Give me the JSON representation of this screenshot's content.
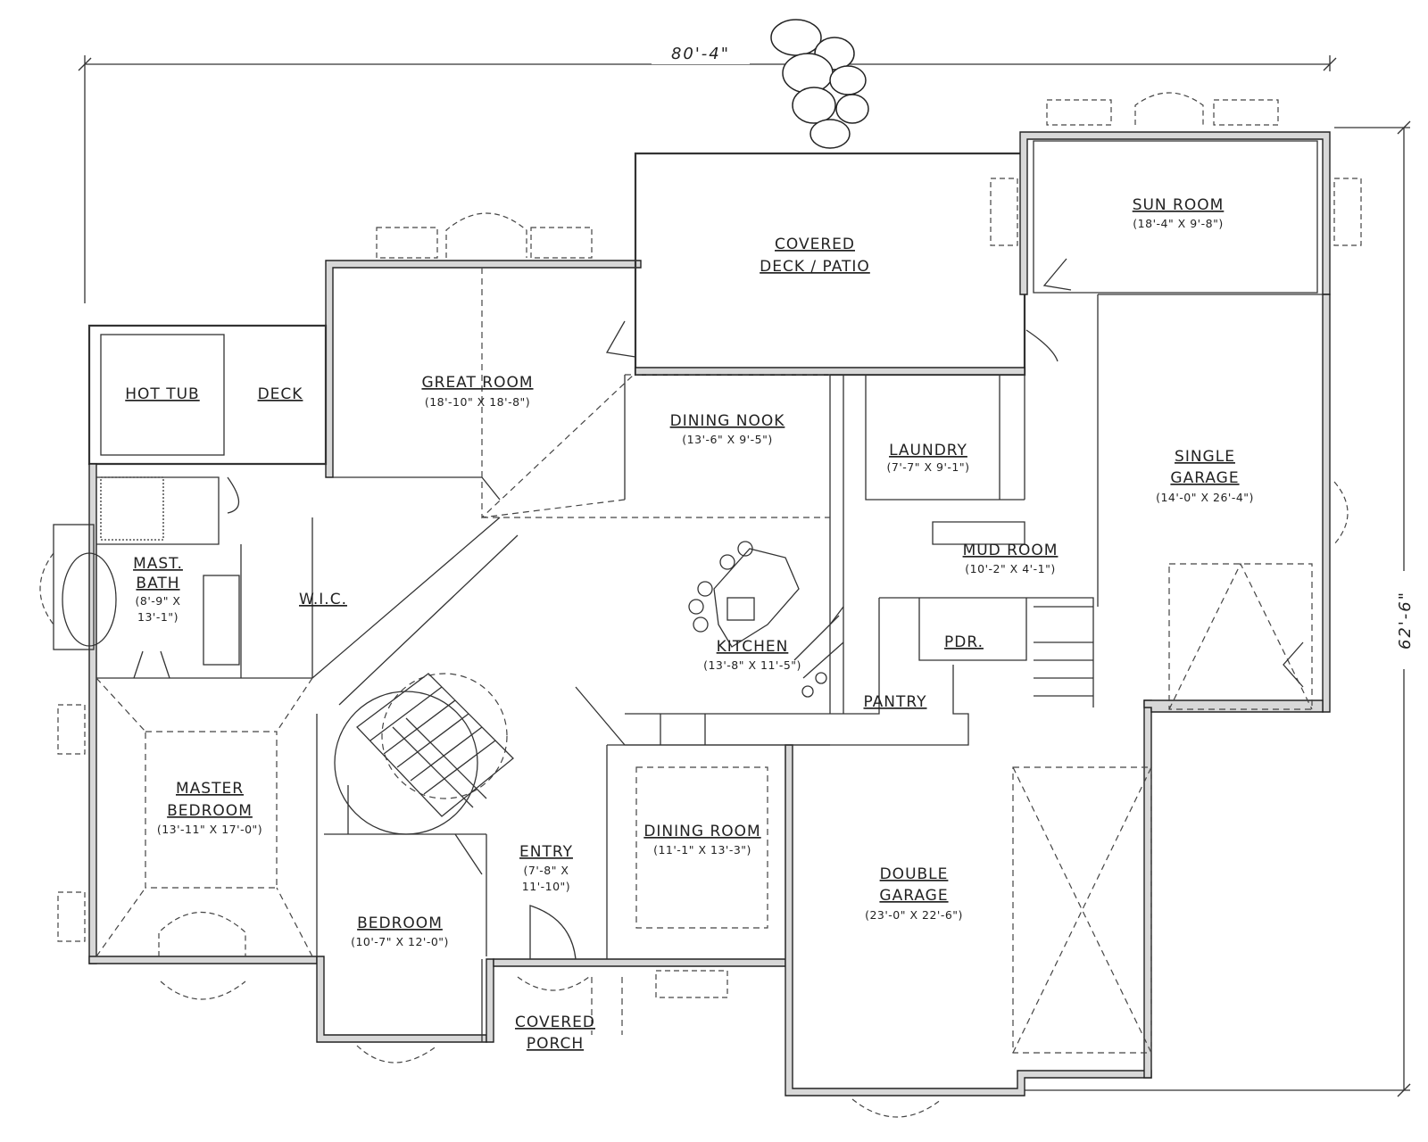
{
  "overall": {
    "width": "80'-4\"",
    "depth": "62'-6\""
  },
  "rooms": {
    "hot_tub": {
      "name": "HOT TUB"
    },
    "deck": {
      "name": "DECK"
    },
    "great_room": {
      "name": "GREAT ROOM",
      "dims": "(18'-10\" X 18'-8\")"
    },
    "covered_deck": {
      "name_line1": "COVERED",
      "name_line2": "DECK / PATIO"
    },
    "sun_room": {
      "name": "SUN ROOM",
      "dims": "(18'-4\" X 9'-8\")"
    },
    "dining_nook": {
      "name": "DINING NOOK",
      "dims": "(13'-6\" X 9'-5\")"
    },
    "laundry": {
      "name": "LAUNDRY",
      "dims": "(7'-7\" X 9'-1\")"
    },
    "single_garage": {
      "name_line1": "SINGLE",
      "name_line2": "GARAGE",
      "dims": "(14'-0\" X 26'-4\")"
    },
    "mast_bath": {
      "name_line1": "MAST.",
      "name_line2": "BATH",
      "dims_line1": "(8'-9\" X",
      "dims_line2": "13'-1\")"
    },
    "wic": {
      "name": "W.I.C."
    },
    "mud_room": {
      "name": "MUD ROOM",
      "dims": "(10'-2\" X 4'-1\")"
    },
    "kitchen": {
      "name": "KITCHEN",
      "dims": "(13'-8\" X 11'-5\")"
    },
    "pdr": {
      "name": "PDR."
    },
    "pantry": {
      "name": "PANTRY"
    },
    "master_bedroom": {
      "name_line1": "MASTER",
      "name_line2": "BEDROOM",
      "dims": "(13'-11\" X 17'-0\")"
    },
    "dining_room": {
      "name": "DINING ROOM",
      "dims": "(11'-1\" X 13'-3\")"
    },
    "entry": {
      "name": "ENTRY",
      "dims_line1": "(7'-8\" X",
      "dims_line2": "11'-10\")"
    },
    "double_garage": {
      "name_line1": "DOUBLE",
      "name_line2": "GARAGE",
      "dims": "(23'-0\" X 22'-6\")"
    },
    "bedroom": {
      "name": "BEDROOM",
      "dims": "(10'-7\" X 12'-0\")"
    },
    "covered_porch": {
      "name_line1": "COVERED",
      "name_line2": "PORCH"
    }
  }
}
